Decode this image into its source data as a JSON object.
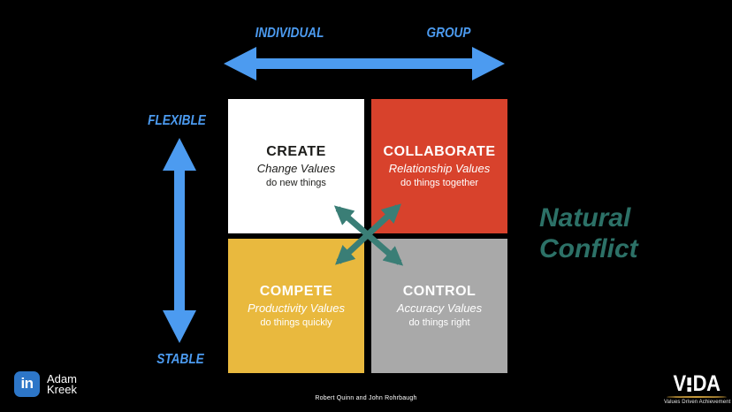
{
  "axes": {
    "horizontal": {
      "left_label": "INDIVIDUAL",
      "right_label": "GROUP"
    },
    "vertical": {
      "top_label": "FLEXIBLE",
      "bottom_label": "STABLE"
    }
  },
  "quadrants": [
    {
      "id": "create",
      "title": "CREATE",
      "subtitle": "Change Values",
      "tagline": "do new things",
      "bg": "#FFFFFF",
      "text_color": "#1D1D1B"
    },
    {
      "id": "collaborate",
      "title": "COLLABORATE",
      "subtitle": "Relationship Values",
      "tagline": "do things together",
      "bg": "#D8422C",
      "text_color": "#FFFFFF"
    },
    {
      "id": "compete",
      "title": "COMPETE",
      "subtitle": "Productivity Values",
      "tagline": "do things quickly",
      "bg": "#E9B93E",
      "text_color": "#FFFFFF"
    },
    {
      "id": "control",
      "title": "CONTROL",
      "subtitle": "Accuracy Values",
      "tagline": "do things right",
      "bg": "#A9A9A9",
      "text_color": "#FFFFFF"
    }
  ],
  "annotation": {
    "line1": "Natural",
    "line2": "Conflict",
    "color": "#2C7167"
  },
  "footer": {
    "attribution": "Robert Quinn and John Rohrbaugh"
  },
  "branding": {
    "linkedin": {
      "icon_text": "in",
      "name_line1": "Adam",
      "name_line2": "Kreek",
      "icon_color": "#2D76C8"
    },
    "vida": {
      "logo_left": "V",
      "logo_right": "DA",
      "tagline": "Values Driven Achievement",
      "accent_color": "#C79A3B"
    }
  },
  "colors": {
    "background": "#000000",
    "axis_blue": "#4C9BF0",
    "conflict_teal": "#3A7E76"
  }
}
